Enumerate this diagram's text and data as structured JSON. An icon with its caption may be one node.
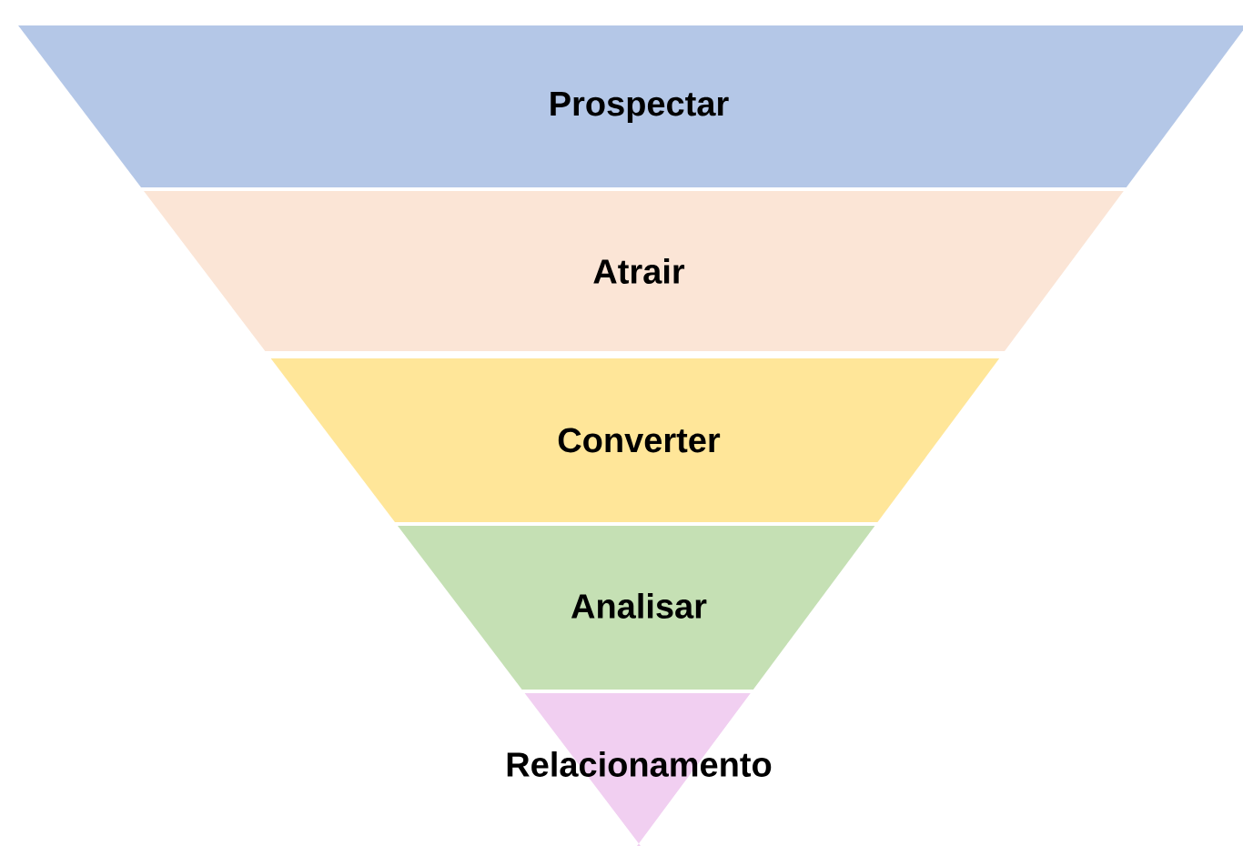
{
  "diagram": {
    "nodes": [
      {
        "text": [
          "Prospectar"
        ]
      },
      {
        "text": [
          "Atrair"
        ]
      },
      {
        "text": [
          "Converter"
        ]
      },
      {
        "text": [
          "Analisar"
        ]
      },
      {
        "text": [
          "Relacionamento"
        ]
      }
    ]
  }
}
